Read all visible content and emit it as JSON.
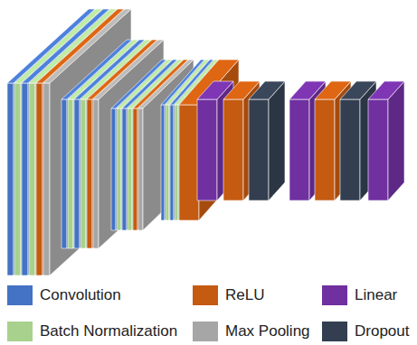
{
  "diagram": {
    "legend": [
      {
        "text": "Convolution",
        "color": "#4472c4"
      },
      {
        "text": "ReLU",
        "color": "#c55a11"
      },
      {
        "text": "Linear",
        "color": "#7030a0"
      },
      {
        "text": "Batch Normalization",
        "color": "#a9d18e"
      },
      {
        "text": "Max Pooling",
        "color": "#a6a6a6"
      },
      {
        "text": "Dropout",
        "color": "#333f50"
      }
    ]
  }
}
